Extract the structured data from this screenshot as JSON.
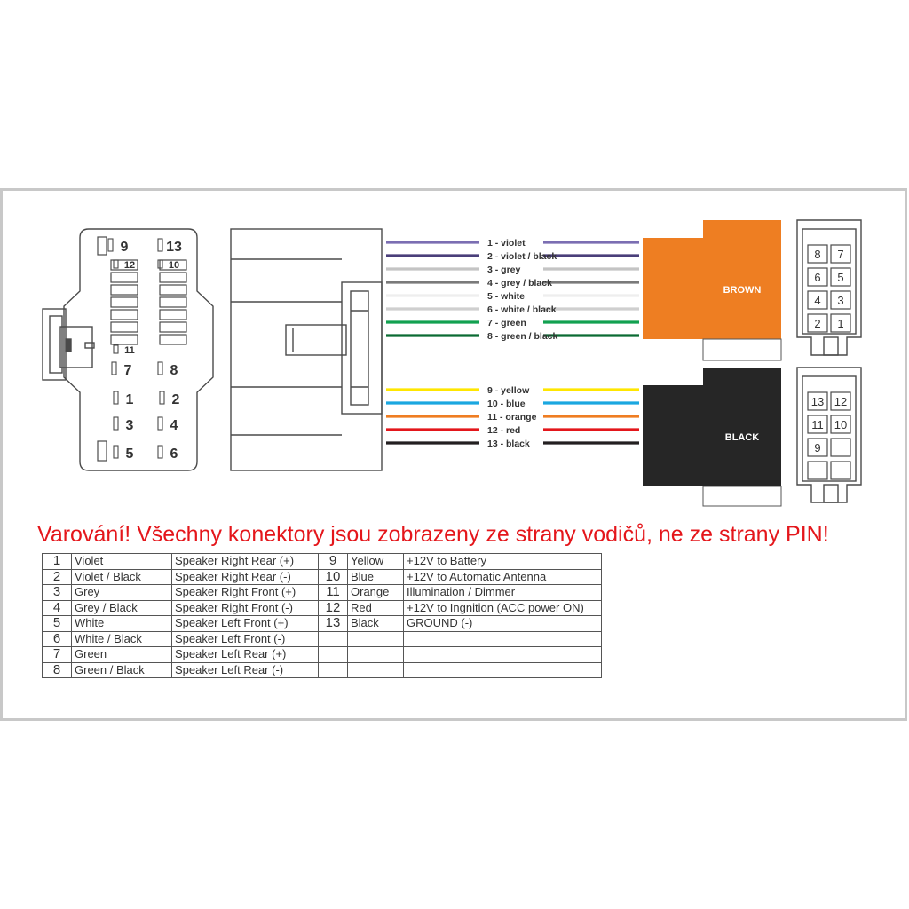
{
  "colors": {
    "violet": "#7b6eb2",
    "violet_black": "#4a3f7a",
    "grey": "#c4c4c4",
    "grey_black": "#7a7a7a",
    "white": "#eeeeee",
    "white_black": "#cfcfcf",
    "green": "#12a150",
    "green_black": "#0a6b33",
    "yellow": "#ffe600",
    "blue": "#1aa7e0",
    "orange": "#ef7d22",
    "red": "#e3161b",
    "black": "#231f20",
    "brown_connector": "#ee7e22",
    "black_connector": "#262626",
    "warning_text": "#e4161b"
  },
  "left_connector": {
    "pin_labels": [
      "9",
      "13",
      "12",
      "10",
      "11",
      "7",
      "8",
      "1",
      "2",
      "3",
      "4",
      "5",
      "6"
    ]
  },
  "wires_top": [
    {
      "label": "1 - violet",
      "color": "violet"
    },
    {
      "label": "2 - violet / black",
      "color": "violet_black"
    },
    {
      "label": "3 - grey",
      "color": "grey"
    },
    {
      "label": "4 - grey / black",
      "color": "grey_black"
    },
    {
      "label": "5 - white",
      "color": "white"
    },
    {
      "label": "6 - white / black",
      "color": "white_black"
    },
    {
      "label": "7 - green",
      "color": "green"
    },
    {
      "label": "8 - green / black",
      "color": "green_black"
    }
  ],
  "wires_bottom": [
    {
      "label": "9 - yellow",
      "color": "yellow"
    },
    {
      "label": "10 - blue",
      "color": "blue"
    },
    {
      "label": "11 - orange",
      "color": "orange"
    },
    {
      "label": "12 - red",
      "color": "red"
    },
    {
      "label": "13 - black",
      "color": "black"
    }
  ],
  "connectors": {
    "brown_label": "BROWN",
    "black_label": "BLACK"
  },
  "iso_top_pins": [
    "8",
    "7",
    "6",
    "5",
    "4",
    "3",
    "2",
    "1"
  ],
  "iso_bottom_pins": [
    "13",
    "12",
    "11",
    "10",
    "9",
    "",
    "",
    ""
  ],
  "warning": "Varování! Všechny konektory jsou zobrazeny ze strany vodičů, ne ze strany PIN!",
  "table": {
    "rows": [
      {
        "pin_a": "1",
        "color_a": "Violet",
        "function_a": "Speaker Right Rear (+)",
        "pin_b": "9",
        "color_b": "Yellow",
        "function_b": "+12V to Battery"
      },
      {
        "pin_a": "2",
        "color_a": "Violet / Black",
        "function_a": "Speaker Right Rear (-)",
        "pin_b": "10",
        "color_b": "Blue",
        "function_b": "+12V to Automatic Antenna"
      },
      {
        "pin_a": "3",
        "color_a": "Grey",
        "function_a": "Speaker Right Front (+)",
        "pin_b": "11",
        "color_b": "Orange",
        "function_b": "Illumination / Dimmer"
      },
      {
        "pin_a": "4",
        "color_a": "Grey / Black",
        "function_a": "Speaker Right Front (-)",
        "pin_b": "12",
        "color_b": "Red",
        "function_b": "+12V to Ingnition (ACC power ON)"
      },
      {
        "pin_a": "5",
        "color_a": "White",
        "function_a": "Speaker Left Front (+)",
        "pin_b": "13",
        "color_b": "Black",
        "function_b": "GROUND (-)"
      },
      {
        "pin_a": "6",
        "color_a": "White / Black",
        "function_a": "Speaker Left Front (-)",
        "pin_b": "",
        "color_b": "",
        "function_b": ""
      },
      {
        "pin_a": "7",
        "color_a": "Green",
        "function_a": "Speaker Left Rear (+)",
        "pin_b": "",
        "color_b": "",
        "function_b": ""
      },
      {
        "pin_a": "8",
        "color_a": "Green / Black",
        "function_a": "Speaker Left Rear (-)",
        "pin_b": "",
        "color_b": "",
        "function_b": ""
      }
    ]
  }
}
